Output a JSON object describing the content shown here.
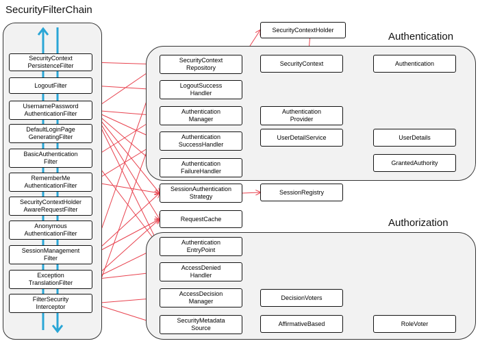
{
  "titles": {
    "chain": "SecurityFilterChain",
    "authentication": "Authentication",
    "authorization": "Authorization"
  },
  "colors": {
    "arrow": "#e8414d",
    "flow": "#2aa6d6",
    "border": "#111111",
    "region": "#f2f2f2"
  },
  "filters": [
    {
      "id": "f1",
      "label": "SecurityContext\nPersistenceFilter"
    },
    {
      "id": "f2",
      "label": "LogoutFilter"
    },
    {
      "id": "f3",
      "label": "UsernamePassword\nAuthenticationFilter"
    },
    {
      "id": "f4",
      "label": "DefaultLoginPage\nGeneratingFilter"
    },
    {
      "id": "f5",
      "label": "BasicAuthentication\nFilter"
    },
    {
      "id": "f6",
      "label": "RememberMe\nAuthenticationFilter"
    },
    {
      "id": "f7",
      "label": "SecurityContextHolder\nAwareRequestFilter"
    },
    {
      "id": "f8",
      "label": "Anonymous\nAuthenticationFilter"
    },
    {
      "id": "f9",
      "label": "SessionManagement\nFilter"
    },
    {
      "id": "f10",
      "label": "Exception\nTranslationFilter"
    },
    {
      "id": "f11",
      "label": "FilterSecurity\nInterceptor"
    }
  ],
  "components": [
    {
      "id": "holder",
      "label": "SecurityContextHolder"
    },
    {
      "id": "repo",
      "label": "SecurityContext\nRepository"
    },
    {
      "id": "ctx",
      "label": "SecurityContext"
    },
    {
      "id": "auth",
      "label": "Authentication"
    },
    {
      "id": "logoutH",
      "label": "LogoutSuccess\nHandler"
    },
    {
      "id": "authMgr",
      "label": "Authentication\nManager"
    },
    {
      "id": "authProv",
      "label": "Authentication\nProvider"
    },
    {
      "id": "succH",
      "label": "Authentication\nSuccessHandler"
    },
    {
      "id": "uds",
      "label": "UserDetailService"
    },
    {
      "id": "ud",
      "label": "UserDetails"
    },
    {
      "id": "ga",
      "label": "GrantedAuthority"
    },
    {
      "id": "failH",
      "label": "Authentication\nFailureHandler"
    },
    {
      "id": "sas",
      "label": "SessionAuthentication\nStrategy"
    },
    {
      "id": "sreg",
      "label": "SessionRegistry"
    },
    {
      "id": "rcache",
      "label": "RequestCache"
    },
    {
      "id": "entry",
      "label": "Authentication\nEntryPoint"
    },
    {
      "id": "denied",
      "label": "AccessDenied\nHandler"
    },
    {
      "id": "adm",
      "label": "AccessDecision\nManager"
    },
    {
      "id": "voters",
      "label": "DecisionVoters"
    },
    {
      "id": "meta",
      "label": "SecurityMetadata\nSource"
    },
    {
      "id": "aff",
      "label": "AffirmativeBased"
    },
    {
      "id": "role",
      "label": "RoleVoter"
    }
  ],
  "connections": [
    [
      "f1",
      "repo"
    ],
    [
      "f2",
      "logoutH"
    ],
    [
      "f3",
      "repo"
    ],
    [
      "f3",
      "authMgr"
    ],
    [
      "f3",
      "succH"
    ],
    [
      "f3",
      "failH"
    ],
    [
      "f3",
      "sas"
    ],
    [
      "f3",
      "rcache"
    ],
    [
      "f3",
      "entry"
    ],
    [
      "f5",
      "authMgr"
    ],
    [
      "f5",
      "entry"
    ],
    [
      "f6",
      "succH"
    ],
    [
      "f6",
      "sas"
    ],
    [
      "f9",
      "repo"
    ],
    [
      "f9",
      "sas"
    ],
    [
      "f9",
      "rcache"
    ],
    [
      "f10",
      "entry"
    ],
    [
      "f10",
      "denied"
    ],
    [
      "f10",
      "rcache"
    ],
    [
      "f11",
      "adm"
    ],
    [
      "f11",
      "meta"
    ],
    [
      "f11",
      "authMgr"
    ],
    [
      "holder",
      "ctx"
    ],
    [
      "ctx",
      "auth"
    ],
    [
      "authMgr",
      "authProv"
    ],
    [
      "uds",
      "ud"
    ],
    [
      "sas",
      "sreg"
    ],
    [
      "adm",
      "voters"
    ],
    [
      "aff",
      "role"
    ]
  ]
}
